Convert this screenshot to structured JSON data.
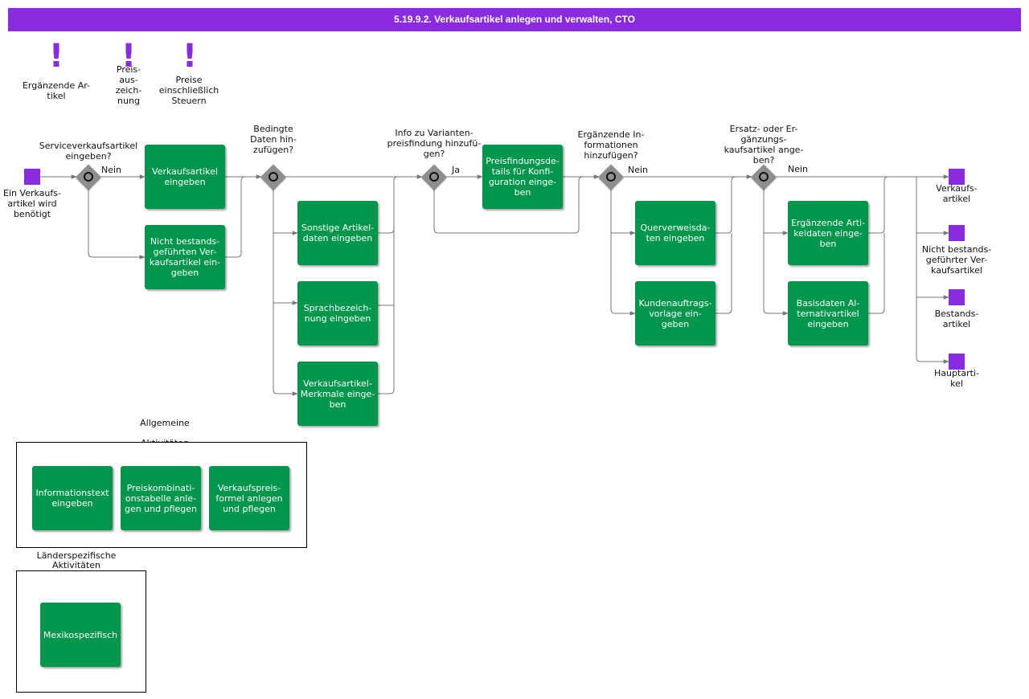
{
  "header": {
    "title": "5.19.9.2. Verkaufsartikel anlegen und verwalten, CTO"
  },
  "notes": [
    "Ergänzende Ar-\ntikel",
    "Preis-\naus-\nzeich-\nnung",
    "Preise\neinschließlich\nSteuern"
  ],
  "start_event": "Ein Verkaufs-\nartikel wird\nbenötigt",
  "gateways": {
    "g1": "Serviceverkaufsartikel\neingeben?",
    "g2": "Bedingte\nDaten hin-\nzufügen?",
    "g3": "Info zu Varianten-\npreisfindung hinzufü-\ngen?",
    "g4": "Ergänzende In-\nformationen\nhinzufügen?",
    "g5": "Ersatz- oder Er-\ngänzungs-\nkaufsartikel ange-\nben?"
  },
  "edge_labels": {
    "nein1": "Nein",
    "ja3": "Ja",
    "nein4": "Nein",
    "nein5": "Nein"
  },
  "tasks": {
    "verkaufsartikel_eingeben": "Verkaufsartikel\neingeben",
    "nicht_bestands": "Nicht bestands-\ngeführten Ver-\nkaufsartikel ein-\ngeben",
    "sonstige": "Sonstige Artikel-\ndaten eingeben",
    "sprach": "Sprachbezeich-\nnung eingeben",
    "merkmale": "Verkaufsartikel-\nMerkmale einge-\nben",
    "preisfindung": "Preisfindungsde-\ntails für Konfi-\nguration einge-\nben",
    "querverweis": "Querverweisda-\nten eingeben",
    "kundenauftrag": "Kundenauftrags-\nvorlage ein-\ngeben",
    "ergaenzende_artikel": "Ergänzende Arti-\nkeldaten einge-\nben",
    "basisdaten": "Basisdaten Al-\nternativartikel\neingeben"
  },
  "end_events": [
    "Verkaufs-\nartikel",
    "Nicht bestands-\ngeführter Ver-\nkaufsartikel",
    "Bestands-\nartikel",
    "Hauptarti-\nkel"
  ],
  "groups": {
    "allgemeine": {
      "label": "Allgemeine\nAktivitäten",
      "tasks": [
        "Informationstext\neingeben",
        "Preiskombinati-\nonstabelle anle-\ngen und pflegen",
        "Verkaufspreis-\nformel anlegen\nund pflegen"
      ]
    },
    "laender": {
      "label": "Länderspezifische\nAktivitäten",
      "tasks": [
        "Mexikospezifisch"
      ]
    }
  },
  "colors": {
    "header": "#8a2be2",
    "task": "#00964b",
    "event": "#8a2be2",
    "gateway": "#8e8e8e"
  }
}
